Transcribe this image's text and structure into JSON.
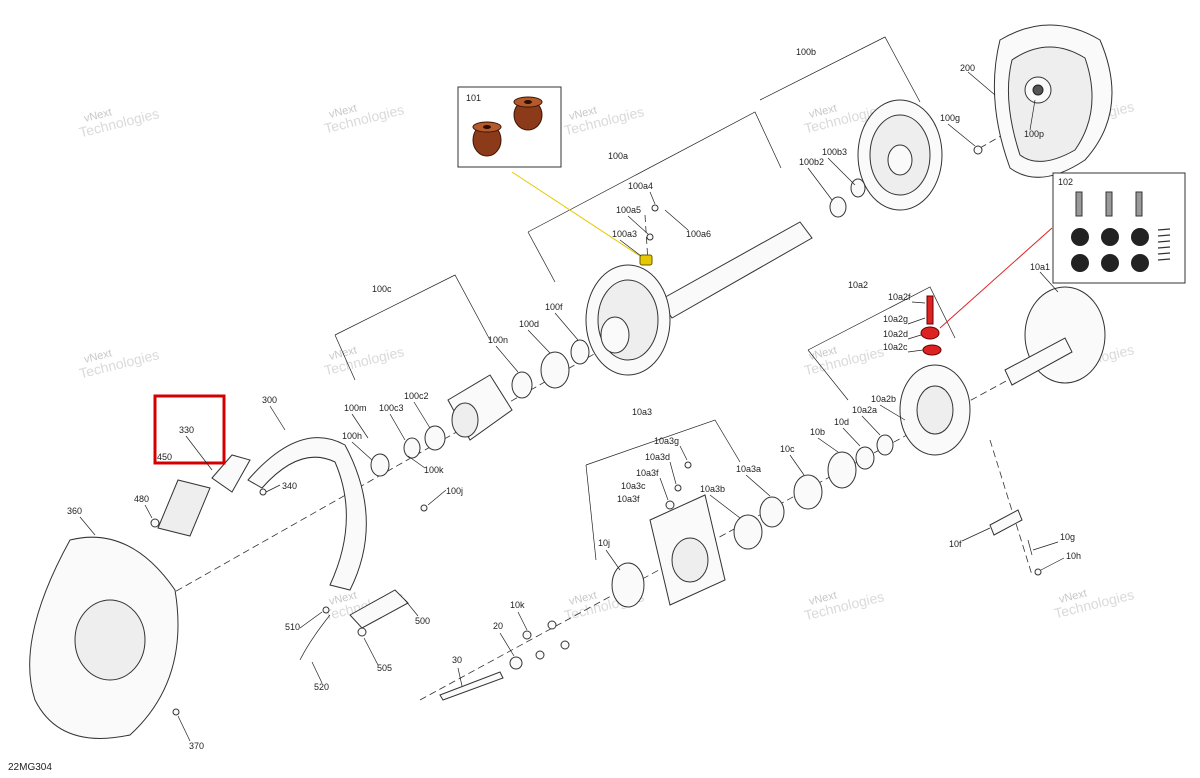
{
  "watermark": {
    "line1": "vNext",
    "line2": "Technologies"
  },
  "reference_code": "22MG304",
  "callouts": [
    "100b",
    "200",
    "101",
    "100g",
    "100p",
    "100b3",
    "100b2",
    "100a",
    "100a4",
    "100a5",
    "100a6",
    "100a3",
    "102",
    "10a1",
    "10a2",
    "10a2f",
    "10a2g",
    "10a2d",
    "10a2c",
    "100c",
    "100f",
    "100d",
    "100n",
    "300",
    "330",
    "450",
    "480",
    "360",
    "100m",
    "100c3",
    "100c2",
    "100h",
    "100k",
    "100j",
    "340",
    "10a3",
    "10a3g",
    "10a3d",
    "10a3f",
    "10a3a",
    "10a3c",
    "10a3b",
    "10a3f",
    "10j",
    "10c",
    "10b",
    "10d",
    "10a2a",
    "10a2b",
    "10f",
    "10g",
    "10h",
    "500",
    "510",
    "505",
    "520",
    "10k",
    "20",
    "30",
    "370"
  ],
  "highlight": {
    "callout": "330",
    "color": "#d40000"
  },
  "insets": {
    "left": "101",
    "right": "102"
  },
  "colors": {
    "highlight_red": "#d40000",
    "bushing": "#8b3a1a",
    "yellow": "#e6c800",
    "red_part": "#d22"
  }
}
